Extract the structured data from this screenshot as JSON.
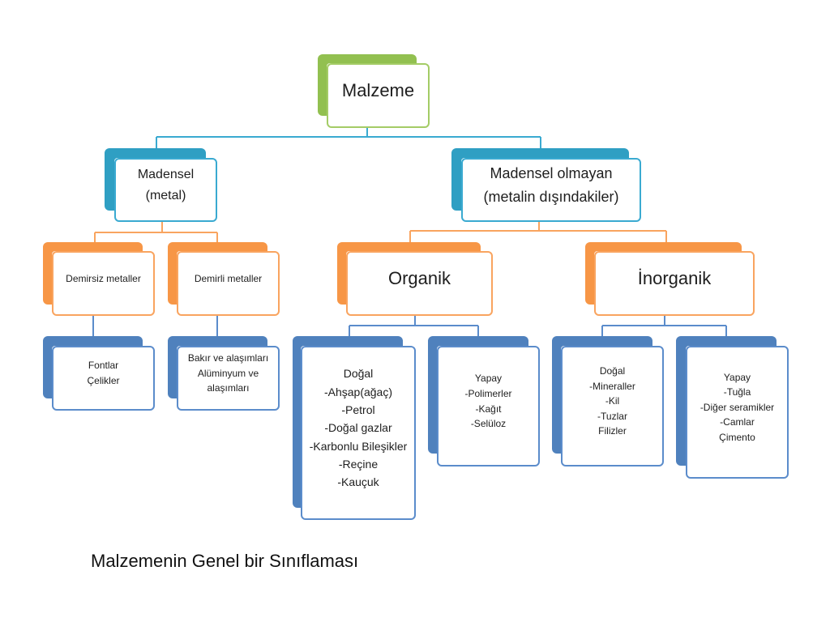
{
  "colors": {
    "green": "#92c050",
    "green_border": "#a4cc66",
    "green_tint": "#eef5e1",
    "teal": "#2f9fc3",
    "teal_border": "#3aaad1",
    "teal_tint": "#e9f5fa",
    "orange": "#f79646",
    "orange_border": "#f9a45f",
    "orange_tint": "#fdf0e4",
    "blue": "#4f81bd",
    "blue_border": "#5b8ccb",
    "blue_tint": "#e8eff8"
  },
  "root": {
    "label": "Malzeme"
  },
  "level1": [
    {
      "lines": [
        "Madensel",
        "(metal)"
      ]
    },
    {
      "lines": [
        "Madensel olmayan",
        "(metalin dışındakiler)"
      ]
    }
  ],
  "level2": [
    {
      "label": "Demirsiz metaller"
    },
    {
      "label": "Demirli metaller"
    },
    {
      "label": "Organik"
    },
    {
      "label": "İnorganik"
    }
  ],
  "level3": [
    {
      "lines": [
        "Fontlar",
        "Çelikler"
      ]
    },
    {
      "lines": [
        "Bakır ve alaşımları",
        "Alüminyum ve alaşımları"
      ]
    },
    {
      "lines": [
        "Doğal",
        "-Ahşap(ağaç)",
        "-Petrol",
        "-Doğal gazlar",
        "-Karbonlu Bileşikler",
        "-Reçine",
        "-Kauçuk"
      ]
    },
    {
      "lines": [
        "Yapay",
        "-Polimerler",
        "-Kağıt",
        "-Selüloz"
      ]
    },
    {
      "lines": [
        "Doğal",
        "-Mineraller",
        "-Kil",
        "-Tuzlar",
        "Filizler"
      ]
    },
    {
      "lines": [
        "Yapay",
        "-Tuğla",
        "-Diğer seramikler",
        "-Camlar",
        "Çimento"
      ]
    }
  ],
  "caption": "Malzemenin Genel bir Sınıflaması"
}
